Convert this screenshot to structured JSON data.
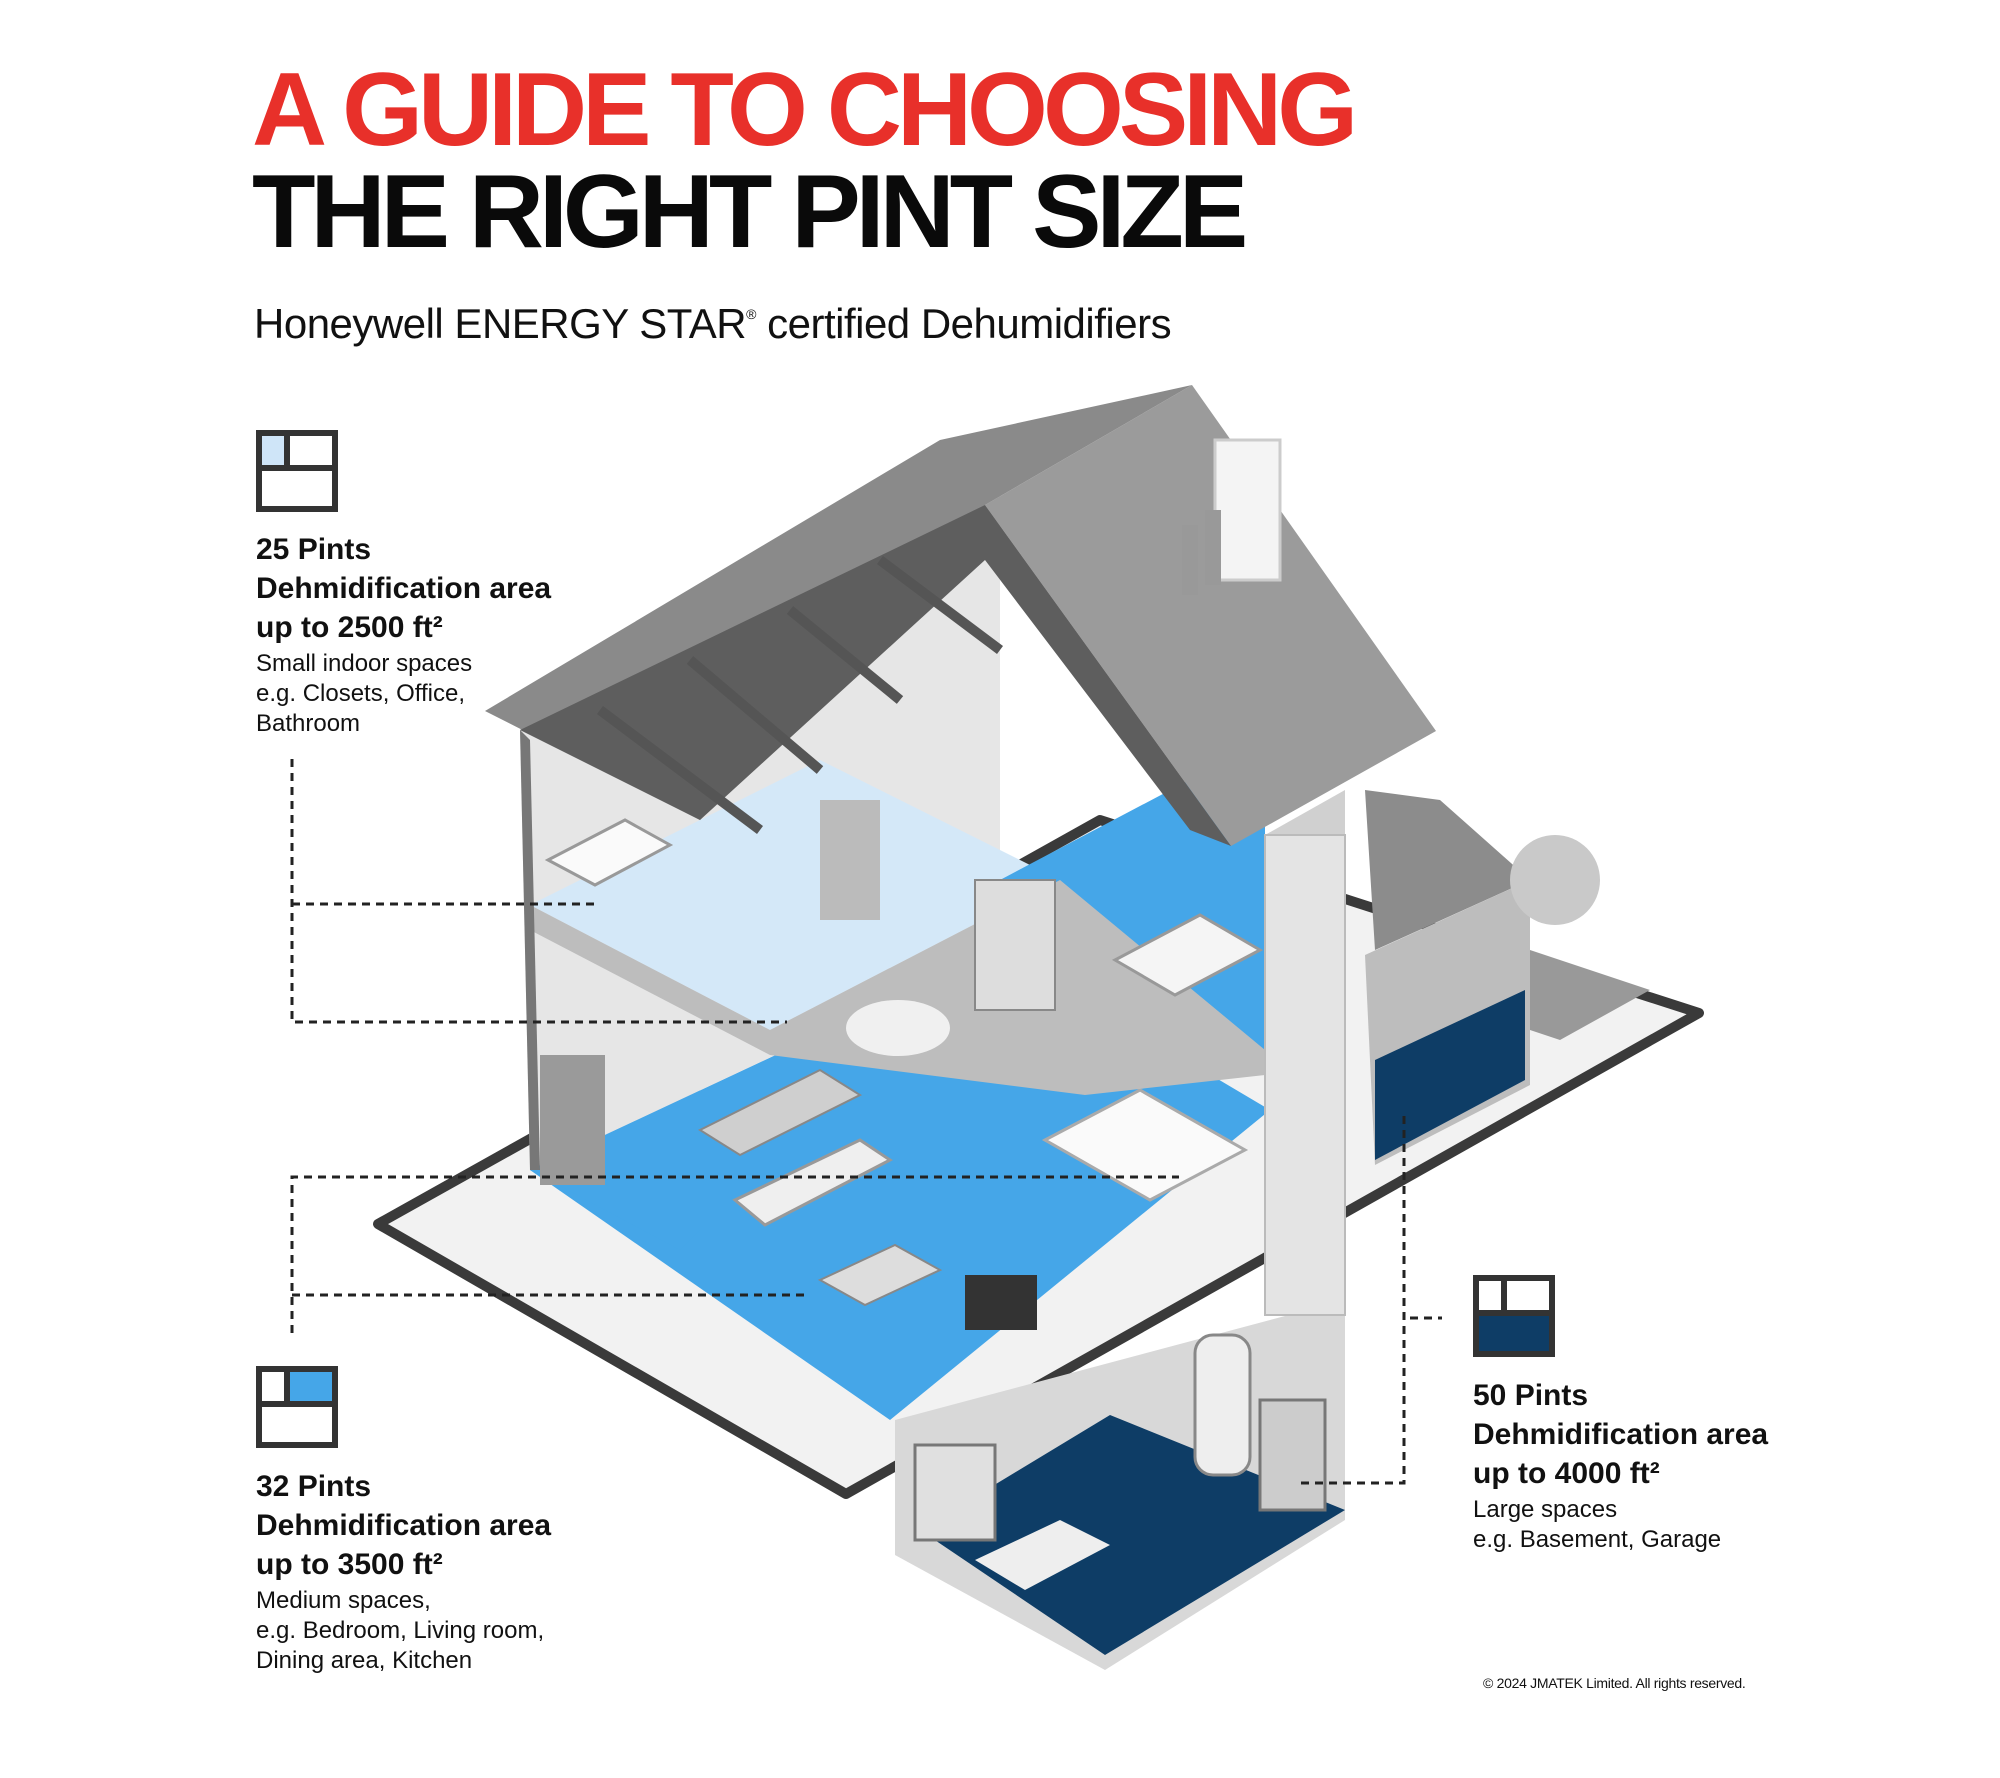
{
  "header": {
    "title_line1": "A GUIDE TO CHOOSING",
    "title_line2": "THE RIGHT PINT SIZE",
    "subtitle_brand": "Honeywell ENERGY STAR",
    "subtitle_reg": "®",
    "subtitle_rest": " certified  Dehumidifiers"
  },
  "colors": {
    "title_red": "#e8302a",
    "small_light_blue": "#cfe5f8",
    "medium_blue": "#45a6e8",
    "large_navy": "#0e3d66",
    "icon_border": "#333333"
  },
  "legends": [
    {
      "icon": "floorplan-small-icon",
      "pints": "25 Pints",
      "line2": "Dehmidification area",
      "area": "up to 2500 ft²",
      "desc1": "Small indoor spaces",
      "desc2": "e.g. Closets, Office,",
      "desc3": "Bathroom"
    },
    {
      "icon": "floorplan-medium-icon",
      "pints": "32 Pints",
      "line2": "Dehmidification area",
      "area": "up to 3500 ft²",
      "desc1": "Medium spaces,",
      "desc2": "e.g. Bedroom, Living room,",
      "desc3": "Dining area, Kitchen"
    },
    {
      "icon": "floorplan-large-icon",
      "pints": "50 Pints",
      "line2": "Dehmidification area",
      "area": "up to 4000 ft²",
      "desc1": "Large spaces",
      "desc2": "e.g. Basement, Garage"
    }
  ],
  "footer": {
    "copyright": "© 2024 JMATEK Limited. All rights reserved."
  }
}
